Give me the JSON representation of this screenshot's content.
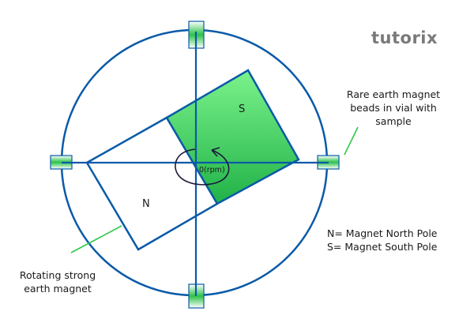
{
  "logo": {
    "text": "tutorix"
  },
  "diagram": {
    "rotation_label": "0(rpm)",
    "north_label": "N",
    "south_label": "S",
    "colors": {
      "outline_blue": "#0a5aa8",
      "magnet_green_light": "#7af08a",
      "magnet_green_dark": "#22b548",
      "pointer_green": "#2ec84a",
      "text": "#1a1a1a"
    }
  },
  "annotations": {
    "vial_label_line1": "Rare earth magnet",
    "vial_label_line2": "beads in vial with",
    "vial_label_line3": "sample",
    "magnet_label_line1": "Rotating strong",
    "magnet_label_line2": "earth magnet"
  },
  "legend": {
    "north": "N= Magnet North Pole",
    "south": "S= Magnet South Pole"
  }
}
